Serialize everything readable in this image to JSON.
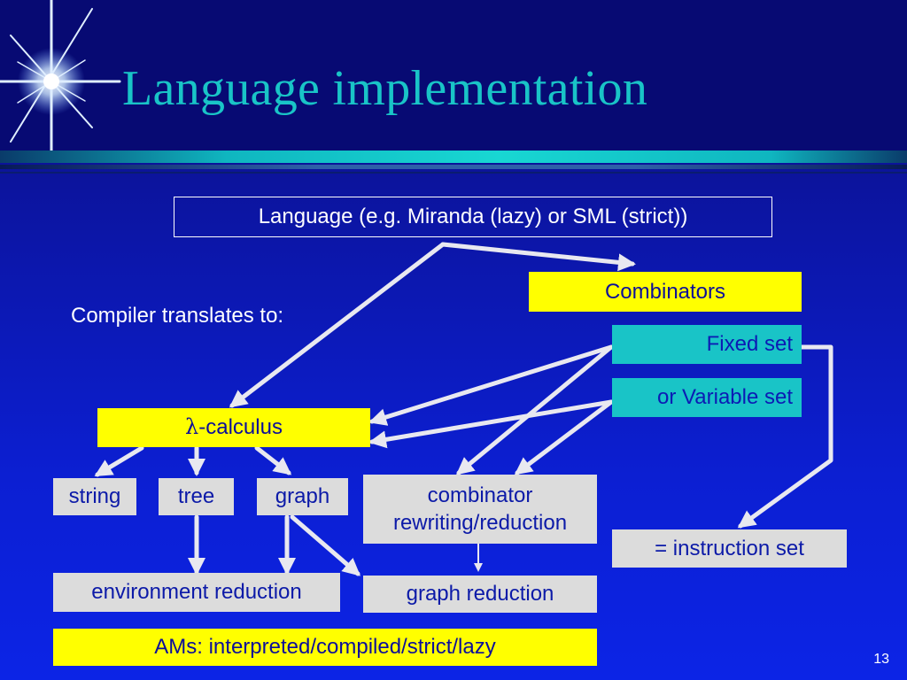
{
  "slide": {
    "title": "Language implementation",
    "page_number": "13"
  },
  "diagram": {
    "language_box": "Language (e.g. Miranda (lazy) or SML (strict))",
    "combinators": "Combinators",
    "fixed_set": "Fixed set",
    "variable_set": "or Variable set",
    "compiler_label": "Compiler translates to:",
    "lambda_symbol": "λ",
    "lambda_text": "-calculus",
    "string": "string",
    "tree": "tree",
    "graph": "graph",
    "combinator_rewriting_line1": "combinator",
    "combinator_rewriting_line2": "rewriting/reduction",
    "instruction_set": "= instruction set",
    "environment_reduction": "environment reduction",
    "graph_reduction": "graph reduction",
    "ams": "AMs: interpreted/compiled/strict/lazy"
  },
  "colors": {
    "background": "#0c16a8",
    "title": "#19c4c7",
    "yellow_box": "#ffff00",
    "cyan_box": "#19c4c7",
    "grey_box": "#dcdcdc",
    "arrow": "#e8e8f0"
  }
}
